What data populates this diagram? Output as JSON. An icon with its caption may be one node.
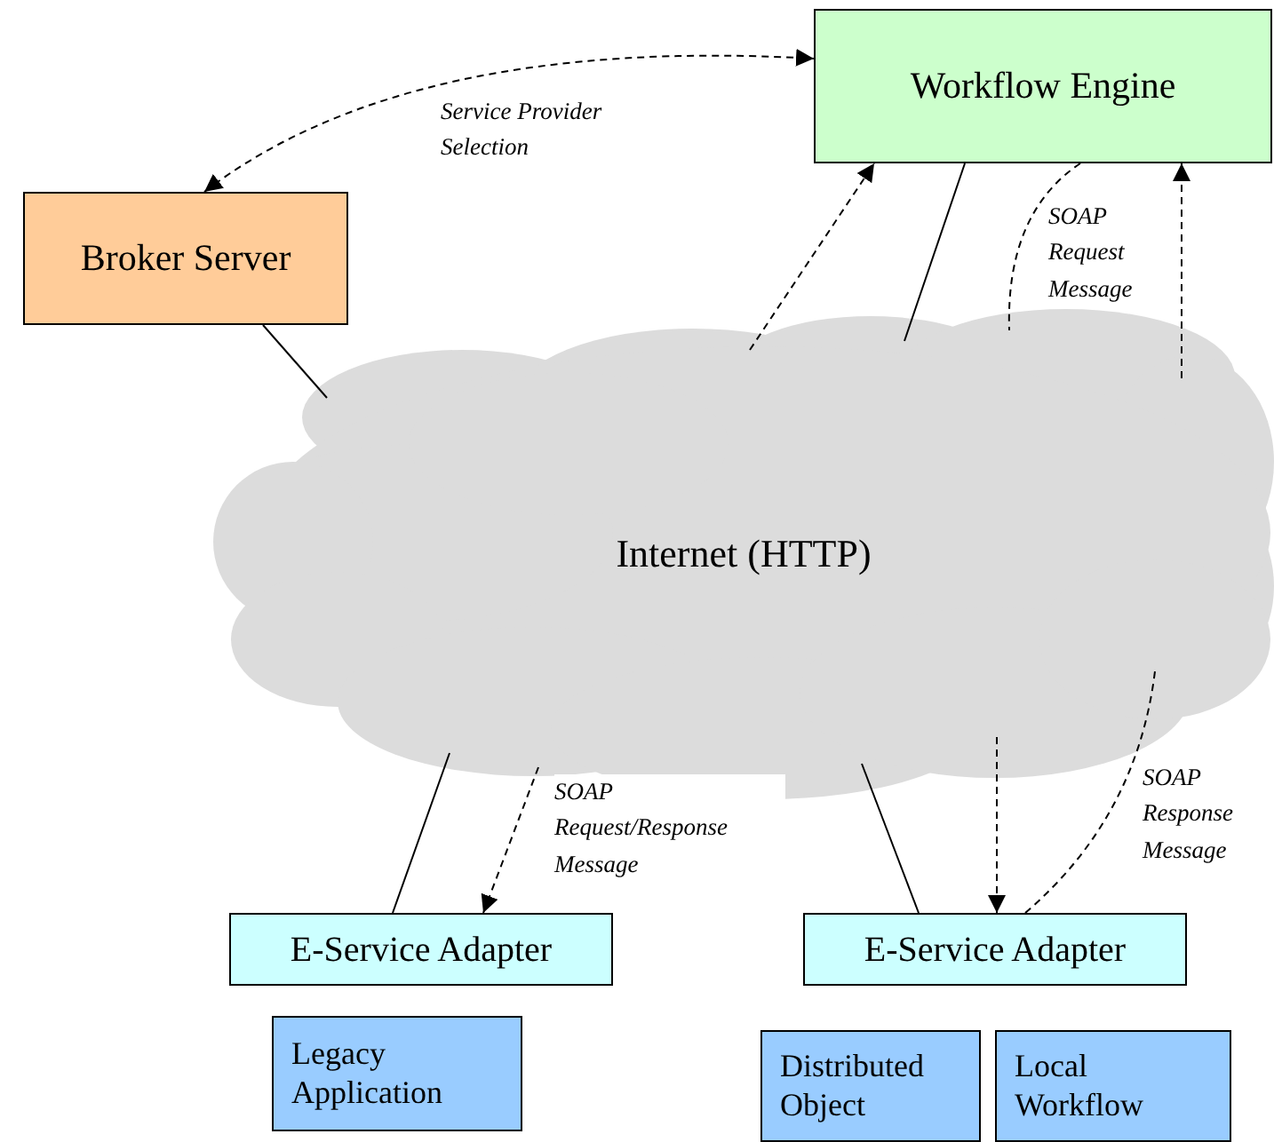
{
  "diagram": {
    "nodes": [
      {
        "text": [
          "Workflow Engine"
        ]
      },
      {
        "text": [
          "Broker Server"
        ]
      },
      {
        "text": [
          "Internet (HTTP)"
        ]
      },
      {
        "text": [
          "E-Service Adapter"
        ]
      },
      {
        "text": [
          "E-Service Adapter"
        ]
      },
      {
        "text": [
          "Legacy Application"
        ]
      },
      {
        "text": [
          "Distributed Object"
        ]
      },
      {
        "text": [
          "Local Workflow"
        ]
      }
    ],
    "edges": [
      {
        "from": 1,
        "to": 0,
        "arrow": "both",
        "style": "dashed",
        "label": "Service Provider Selection"
      },
      {
        "from": 1,
        "to": 2,
        "arrow": "none"
      },
      {
        "from": 2,
        "to": 0,
        "arrow": "to",
        "style": "dashed"
      },
      {
        "from": 0,
        "to": 2,
        "arrow": "none"
      },
      {
        "from": 0,
        "to": 2,
        "arrow": "none",
        "style": "dashed",
        "label": "SOAP Request Message"
      },
      {
        "from": 2,
        "to": 0,
        "arrow": "to",
        "style": "dashed"
      },
      {
        "from": 2,
        "to": 3,
        "arrow": "none"
      },
      {
        "from": 2,
        "to": 3,
        "arrow": "to",
        "style": "dashed",
        "label": "SOAP Request/Response Message"
      },
      {
        "from": 2,
        "to": 4,
        "arrow": "none"
      },
      {
        "from": 2,
        "to": 4,
        "arrow": "to",
        "style": "dashed"
      },
      {
        "from": 4,
        "to": 2,
        "arrow": "none",
        "style": "dashed",
        "label": "SOAP Response Message"
      }
    ]
  }
}
